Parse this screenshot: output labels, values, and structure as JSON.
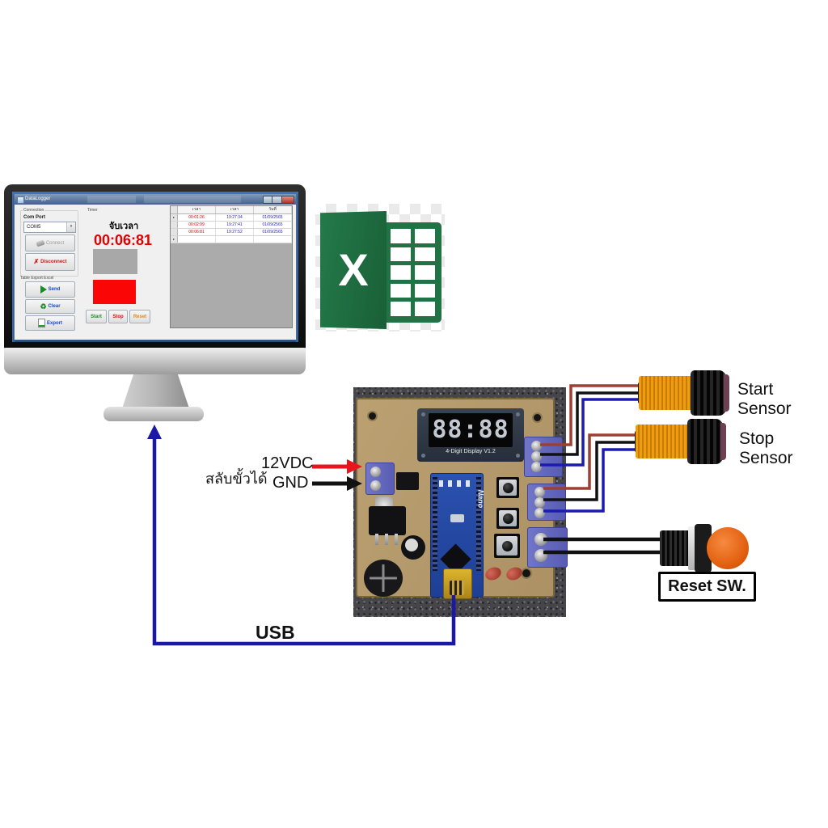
{
  "window": {
    "title": "DataLogger"
  },
  "app": {
    "connection": {
      "legend": "Connection",
      "com_port_label": "Com Port",
      "com_port_value": "COM5",
      "connect_label": "Connect",
      "disconnect_label": "Disconnect"
    },
    "excel_group": {
      "legend": "Table Export Excel",
      "send_label": "Send",
      "clear_label": "Clear",
      "export_label": "Export"
    },
    "timer": {
      "legend": "Timer",
      "heading": "จับเวลา",
      "value": "00:06:81",
      "start_label": "Start",
      "stop_label": "Stop",
      "reset_label": "Reset"
    },
    "table": {
      "columns": [
        "เวลา",
        "เวลา",
        "วันที่"
      ],
      "row_marker": "▸",
      "rows": [
        [
          "00:01:26",
          "19:27:34",
          "01/09/2565"
        ],
        [
          "00:02:99",
          "19:27:41",
          "01/09/2565"
        ],
        [
          "00:06:81",
          "19:27:52",
          "01/09/2565"
        ]
      ]
    }
  },
  "excel_icon": {
    "letter": "X"
  },
  "board": {
    "display_value": "88:88",
    "display_label": "4-Digit Display V1.2",
    "mcu_label": "Nano"
  },
  "labels": {
    "start_sensor": "Start Sensor",
    "stop_sensor": "Stop Sensor",
    "reset_switch": "Reset SW.",
    "usb": "USB",
    "power": "12VDC",
    "ground": "GND",
    "polarity_note": "สลับขั้วได้"
  },
  "colors": {
    "excel_green": "#217346",
    "timer_red": "#e20000",
    "arrow_red": "#e8151c",
    "wire_red": "#9c4033",
    "wire_blue": "#1b1bb0",
    "wire_black": "#111111",
    "sensor_orange": "#e8940f",
    "reset_button_orange": "#ee6a13",
    "pcb_tan": "#b59c70",
    "terminal_blue": "#6468c0"
  }
}
